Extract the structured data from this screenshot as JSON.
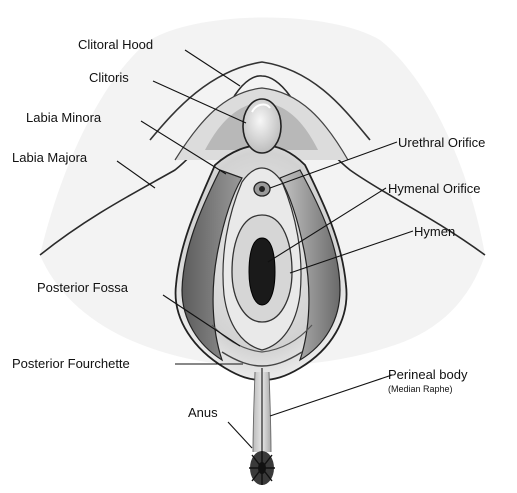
{
  "labels": {
    "clitoral_hood": "Clitoral Hood",
    "clitoris": "Clitoris",
    "labia_minora": "Labia Minora",
    "labia_majora": "Labia Majora",
    "urethral_orifice": "Urethral Orifice",
    "hymenal_orifice": "Hymenal Orifice",
    "hymen": "Hymen",
    "posterior_fossa": "Posterior Fossa",
    "posterior_fourchette": "Posterior Fourchette",
    "perineal_body": "Perineal body",
    "median_raphe": "(Median Raphe)",
    "anus": "Anus"
  },
  "colors": {
    "ink": "#111111",
    "shade_dark": "#6f6f6f",
    "shade_mid": "#b5b5b5",
    "shade_light": "#e2e2e2",
    "background": "#ffffff"
  }
}
